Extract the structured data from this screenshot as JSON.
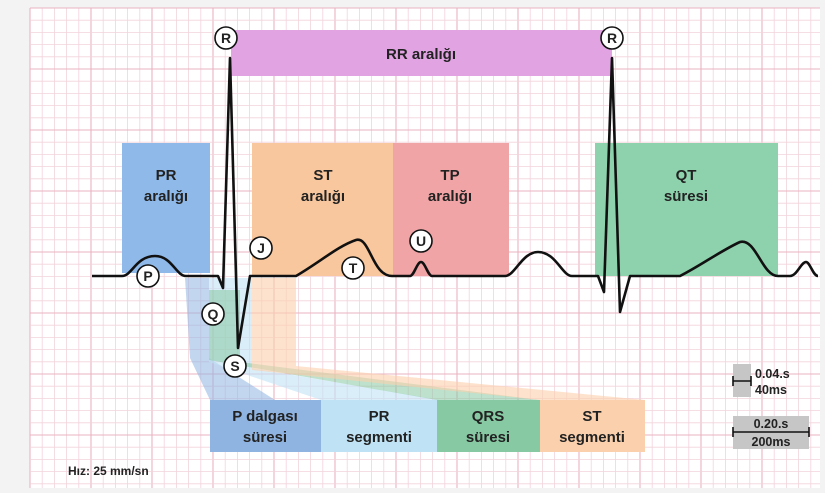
{
  "colors": {
    "grid_minor": "#f2d3dc",
    "grid_major": "#eab3c2",
    "paper": "#ffffff",
    "rr": "#e2a3e3",
    "pr": "#8fb9e8",
    "st": "#f9c79d",
    "tp": "#f1a4a6",
    "qt": "#8ed2ad",
    "qrs": "#86c9a3",
    "pr_seg": "#bfe3f5",
    "st_seg": "#fbd1ad",
    "p_wave": "#8fb4e2",
    "waveform": "#111111",
    "scale_bar": "#c6c6c6"
  },
  "labels": {
    "rr": "RR aralığı",
    "pr": [
      "PR",
      "aralığı"
    ],
    "st": [
      "ST",
      "aralığı"
    ],
    "tp": [
      "TP",
      "aralığı"
    ],
    "qt": [
      "QT",
      "süresi"
    ]
  },
  "bottom_boxes": [
    [
      "P dalgası",
      "süresi"
    ],
    [
      "PR",
      "segmenti"
    ],
    [
      "QRS",
      "süresi"
    ],
    [
      "ST",
      "segmenti"
    ]
  ],
  "waves": {
    "r1": "R",
    "r2": "R",
    "p": "P",
    "q": "Q",
    "s": "S",
    "j": "J",
    "t": "T",
    "u": "U"
  },
  "scale": {
    "small_time": "0.04.s",
    "small_ms": "40ms",
    "large_time": "0.20.s",
    "large_ms": "200ms"
  },
  "speed": "Hız: 25 mm/sn"
}
